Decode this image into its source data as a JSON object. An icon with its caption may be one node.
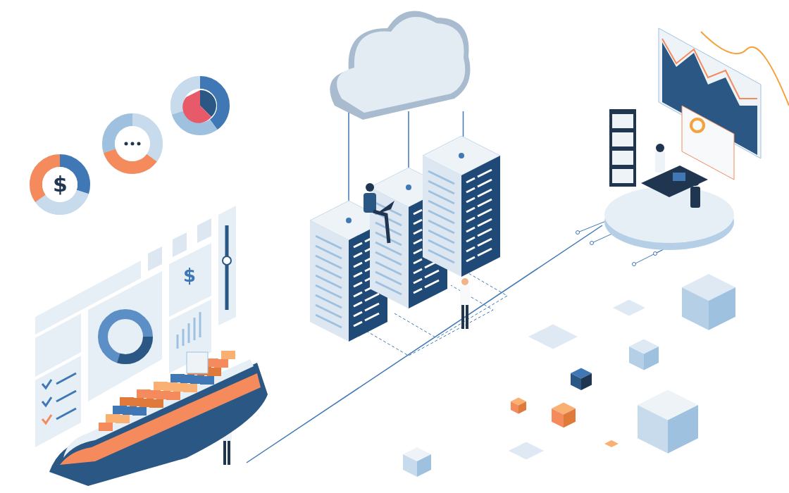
{
  "diagram": {
    "nodes": [
      {
        "text": [],
        "shape": "cloud"
      },
      {
        "text": [],
        "shape": "server"
      },
      {
        "text": [],
        "shape": "server"
      },
      {
        "text": [],
        "shape": "server"
      },
      {
        "text": [],
        "shape": "ship"
      },
      {
        "text": [],
        "shape": "picture"
      }
    ],
    "edges": [
      {
        "from": 0,
        "to": 1,
        "arrow": "none"
      },
      {
        "from": 0,
        "to": 2,
        "arrow": "none"
      },
      {
        "from": 0,
        "to": 3,
        "arrow": "none"
      },
      {
        "from": 4,
        "to": 5,
        "arrow": "none"
      }
    ],
    "labels": [
      "$",
      "$"
    ]
  }
}
